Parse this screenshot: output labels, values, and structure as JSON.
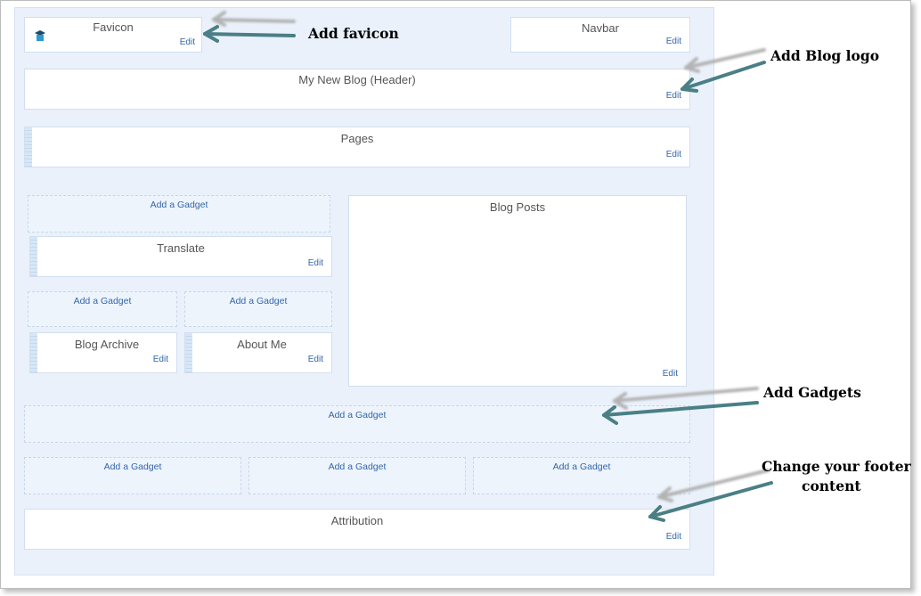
{
  "widgets": {
    "favicon": {
      "title": "Favicon",
      "edit": "Edit"
    },
    "navbar": {
      "title": "Navbar",
      "edit": "Edit"
    },
    "header": {
      "title": "My New Blog (Header)",
      "edit": "Edit"
    },
    "pages": {
      "title": "Pages",
      "edit": "Edit"
    },
    "translate": {
      "title": "Translate",
      "edit": "Edit"
    },
    "blog_archive": {
      "title": "Blog Archive",
      "edit": "Edit"
    },
    "about_me": {
      "title": "About Me",
      "edit": "Edit"
    },
    "blog_posts": {
      "title": "Blog Posts",
      "edit": "Edit"
    },
    "attribution": {
      "title": "Attribution",
      "edit": "Edit"
    }
  },
  "add_gadget_label": "Add a Gadget",
  "annotations": {
    "add_favicon": "Add favicon",
    "add_blog_logo": "Add Blog logo",
    "add_gadgets": "Add Gadgets",
    "footer_line1": "Change your footer",
    "footer_line2": "content"
  },
  "colors": {
    "canvas": "#eaf1fb",
    "link": "#3366aa",
    "arrow": "#4a7f86"
  }
}
